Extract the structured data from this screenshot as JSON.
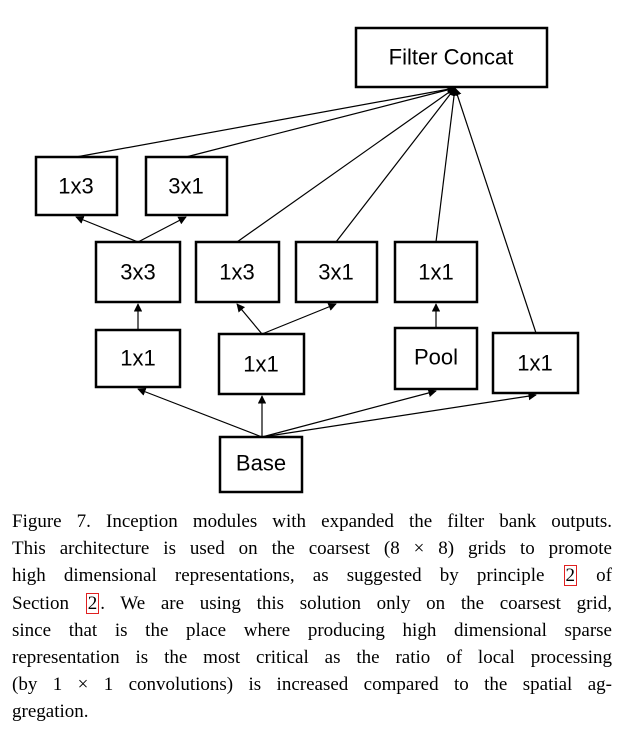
{
  "diagram": {
    "nodes": {
      "filter_concat": "Filter Concat",
      "top_1x3": "1x3",
      "top_3x1": "3x1",
      "mid_3x3": "3x3",
      "mid_1x3": "1x3",
      "mid_3x1": "3x1",
      "mid_1x1": "1x1",
      "low_1x1_a": "1x1",
      "low_1x1_b": "1x1",
      "low_pool": "Pool",
      "low_1x1_c": "1x1",
      "base": "Base"
    },
    "colors": {
      "stroke": "#000000",
      "fill": "#ffffff",
      "ref_box": "#e02020"
    }
  },
  "caption": {
    "line1": "Figure 7. Inception modules with expanded the filter bank outputs.",
    "line2": "This architecture is used on the coarsest (8 × 8) grids to promote",
    "line3_a": "high dimensional representations, as suggested by principle ",
    "line3_ref": "2",
    "line3_b": " of",
    "line4_a": "Section ",
    "line4_ref": "2",
    "line4_b": ". We are using this solution only on the coarsest grid,",
    "line5": "since that is the place where producing high dimensional sparse",
    "line6": "representation is the most critical as the ratio of local processing",
    "line7": "(by 1 × 1 convolutions) is increased compared to the spatial ag-",
    "line8": "gregation."
  }
}
